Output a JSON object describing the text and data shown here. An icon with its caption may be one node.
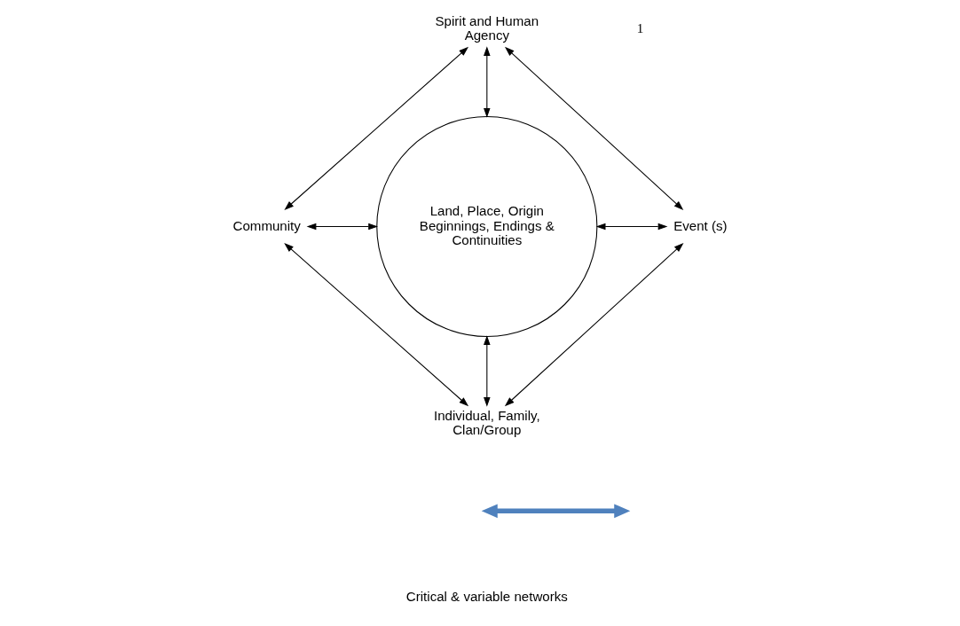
{
  "diagram": {
    "nodes": [
      {
        "text": [
          "Spirit and Human Agency"
        ]
      },
      {
        "text": [
          "Community"
        ]
      },
      {
        "text": [
          "Land, Place, Origin Beginnings, Endings & Continuities"
        ]
      },
      {
        "text": [
          "Event (s)"
        ]
      },
      {
        "text": [
          "Individual, Family, Clan/Group"
        ]
      }
    ],
    "edges": [
      {
        "from": 1,
        "to": 0,
        "arrow": "both"
      },
      {
        "from": 0,
        "to": 2,
        "arrow": "both"
      },
      {
        "from": 0,
        "to": 3,
        "arrow": "both"
      },
      {
        "from": 1,
        "to": 2,
        "arrow": "both"
      },
      {
        "from": 2,
        "to": 3,
        "arrow": "both"
      },
      {
        "from": 1,
        "to": 4,
        "arrow": "both"
      },
      {
        "from": 2,
        "to": 4,
        "arrow": "both"
      },
      {
        "from": 3,
        "to": 4,
        "arrow": "both"
      }
    ],
    "labels": [
      "1"
    ],
    "legend": [
      {
        "text": "Critical & variable networks"
      }
    ]
  }
}
